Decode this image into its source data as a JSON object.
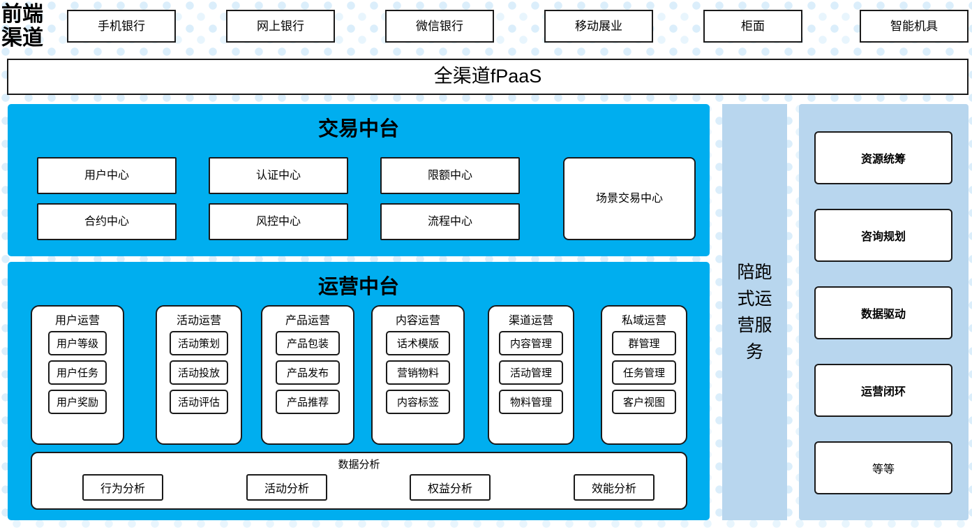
{
  "frontend": {
    "label": "前端渠道",
    "label_line1": "前端",
    "label_line2": "渠道",
    "channels": [
      {
        "label": "手机银行"
      },
      {
        "label": "网上银行"
      },
      {
        "label": "微信银行"
      },
      {
        "label": "移动展业"
      },
      {
        "label": "柜面"
      },
      {
        "label": "智能机具"
      }
    ]
  },
  "fpaas": {
    "label": "全渠道fPaaS"
  },
  "trade_center": {
    "title": "交易中台",
    "modules": [
      {
        "label": "用户中心"
      },
      {
        "label": "认证中心"
      },
      {
        "label": "限额中心"
      },
      {
        "label": "合约中心"
      },
      {
        "label": "风控中心"
      },
      {
        "label": "流程中心"
      }
    ],
    "scene": {
      "label": "场景交易中心"
    }
  },
  "ops_center": {
    "title": "运营中台",
    "groups": [
      {
        "title": "用户运营",
        "items": [
          {
            "label": "用户等级"
          },
          {
            "label": "用户任务"
          },
          {
            "label": "用户奖励"
          }
        ]
      },
      {
        "title": "活动运营",
        "items": [
          {
            "label": "活动策划"
          },
          {
            "label": "活动投放"
          },
          {
            "label": "活动评估"
          }
        ]
      },
      {
        "title": "产品运营",
        "items": [
          {
            "label": "产品包装"
          },
          {
            "label": "产品发布"
          },
          {
            "label": "产品推荐"
          }
        ]
      },
      {
        "title": "内容运营",
        "items": [
          {
            "label": "话术模版"
          },
          {
            "label": "营销物料"
          },
          {
            "label": "内容标签"
          }
        ]
      },
      {
        "title": "渠道运营",
        "items": [
          {
            "label": "内容管理"
          },
          {
            "label": "活动管理"
          },
          {
            "label": "物料管理"
          }
        ]
      },
      {
        "title": "私域运营",
        "items": [
          {
            "label": "群管理"
          },
          {
            "label": "任务管理"
          },
          {
            "label": "客户视图"
          }
        ]
      }
    ],
    "data_analysis": {
      "title": "数据分析",
      "items": [
        {
          "label": "行为分析"
        },
        {
          "label": "活动分析"
        },
        {
          "label": "权益分析"
        },
        {
          "label": "效能分析"
        }
      ]
    }
  },
  "accompany": {
    "label": "陪跑式运营服务"
  },
  "services": {
    "items": [
      {
        "label": "资源统筹"
      },
      {
        "label": "咨询规划"
      },
      {
        "label": "数据驱动"
      },
      {
        "label": "运营闭环"
      },
      {
        "label": "等等"
      }
    ]
  },
  "colors": {
    "cyan_panel": "#00AEEF",
    "light_blue_panel": "#b8d6ee",
    "background_dot": "#dbeefb",
    "border": "#1a1a1a",
    "box_fill": "#ffffff"
  }
}
